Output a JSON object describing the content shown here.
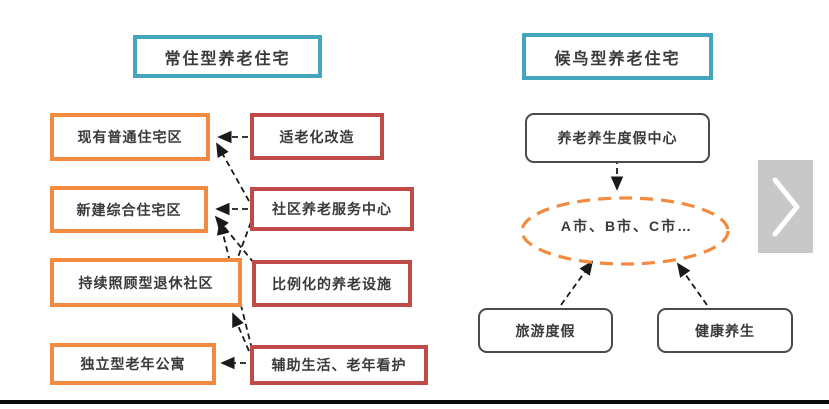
{
  "left_diagram": {
    "header": "常住型养老住宅",
    "housing_types": [
      "现有普通住宅区",
      "新建综合住宅区",
      "持续照顾型退休社区",
      "独立型老年公寓"
    ],
    "services": [
      "适老化改造",
      "社区养老服务中心",
      "比例化的养老设施",
      "辅助生活、老年看护"
    ]
  },
  "right_diagram": {
    "header": "候鸟型养老住宅",
    "center_node": "养老养生度假中心",
    "cities": "A市、B市、C市…",
    "bottom_nodes": [
      "旅游度假",
      "健康养生"
    ]
  },
  "carousel": {
    "next_icon": "chevron-right"
  },
  "colors": {
    "header_border": "#45a5be",
    "housing_border": "#f28a40",
    "service_border": "#be4b48",
    "ellipse_border": "#f28a40",
    "connector": "#1a1a1a",
    "next_button_bg": "#c8c8c8",
    "bottom_line": "#0a0a0a"
  }
}
